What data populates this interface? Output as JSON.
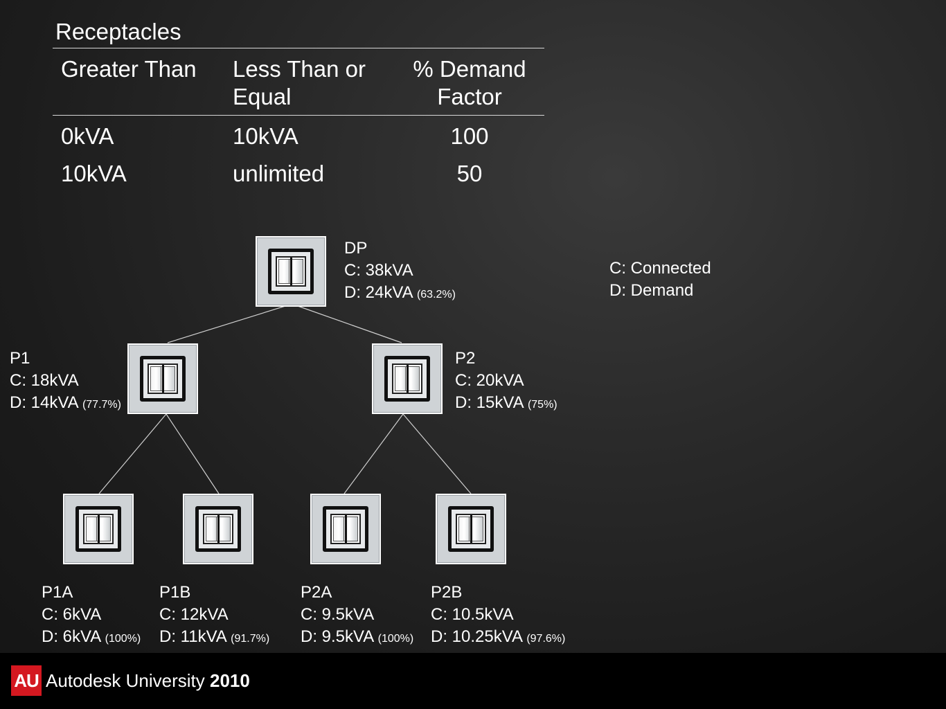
{
  "table": {
    "title": "Receptacles",
    "headers": [
      [
        "Greater Than"
      ],
      [
        "Less Than or",
        "Equal"
      ],
      [
        "% Demand",
        "Factor"
      ]
    ],
    "rows": [
      [
        "0kVA",
        "10kVA",
        "100"
      ],
      [
        "10kVA",
        "unlimited",
        "50"
      ]
    ]
  },
  "legend": {
    "connected": "C: Connected",
    "demand": "D: Demand"
  },
  "nodes": {
    "dp": {
      "name": "DP",
      "c": "C: 38kVA",
      "d": "D: 24kVA",
      "pct": "(63.2%)"
    },
    "p1": {
      "name": "P1",
      "c": "C: 18kVA",
      "d": "D: 14kVA",
      "pct": "(77.7%)"
    },
    "p2": {
      "name": "P2",
      "c": "C: 20kVA",
      "d": "D: 15kVA",
      "pct": "(75%)"
    },
    "p1a": {
      "name": "P1A",
      "c": "C: 6kVA",
      "d": "D: 6kVA",
      "pct": "(100%)"
    },
    "p1b": {
      "name": "P1B",
      "c": "C: 12kVA",
      "d": "D: 11kVA",
      "pct": "(91.7%)"
    },
    "p2a": {
      "name": "P2A",
      "c": "C: 9.5kVA",
      "d": "D: 9.5kVA",
      "pct": "(100%)"
    },
    "p2b": {
      "name": "P2B",
      "c": "C: 10.5kVA",
      "d": "D: 10.25kVA",
      "pct": "(97.6%)"
    }
  },
  "footer": {
    "logo": "AU",
    "brand": "Autodesk University",
    "year": "2010"
  }
}
